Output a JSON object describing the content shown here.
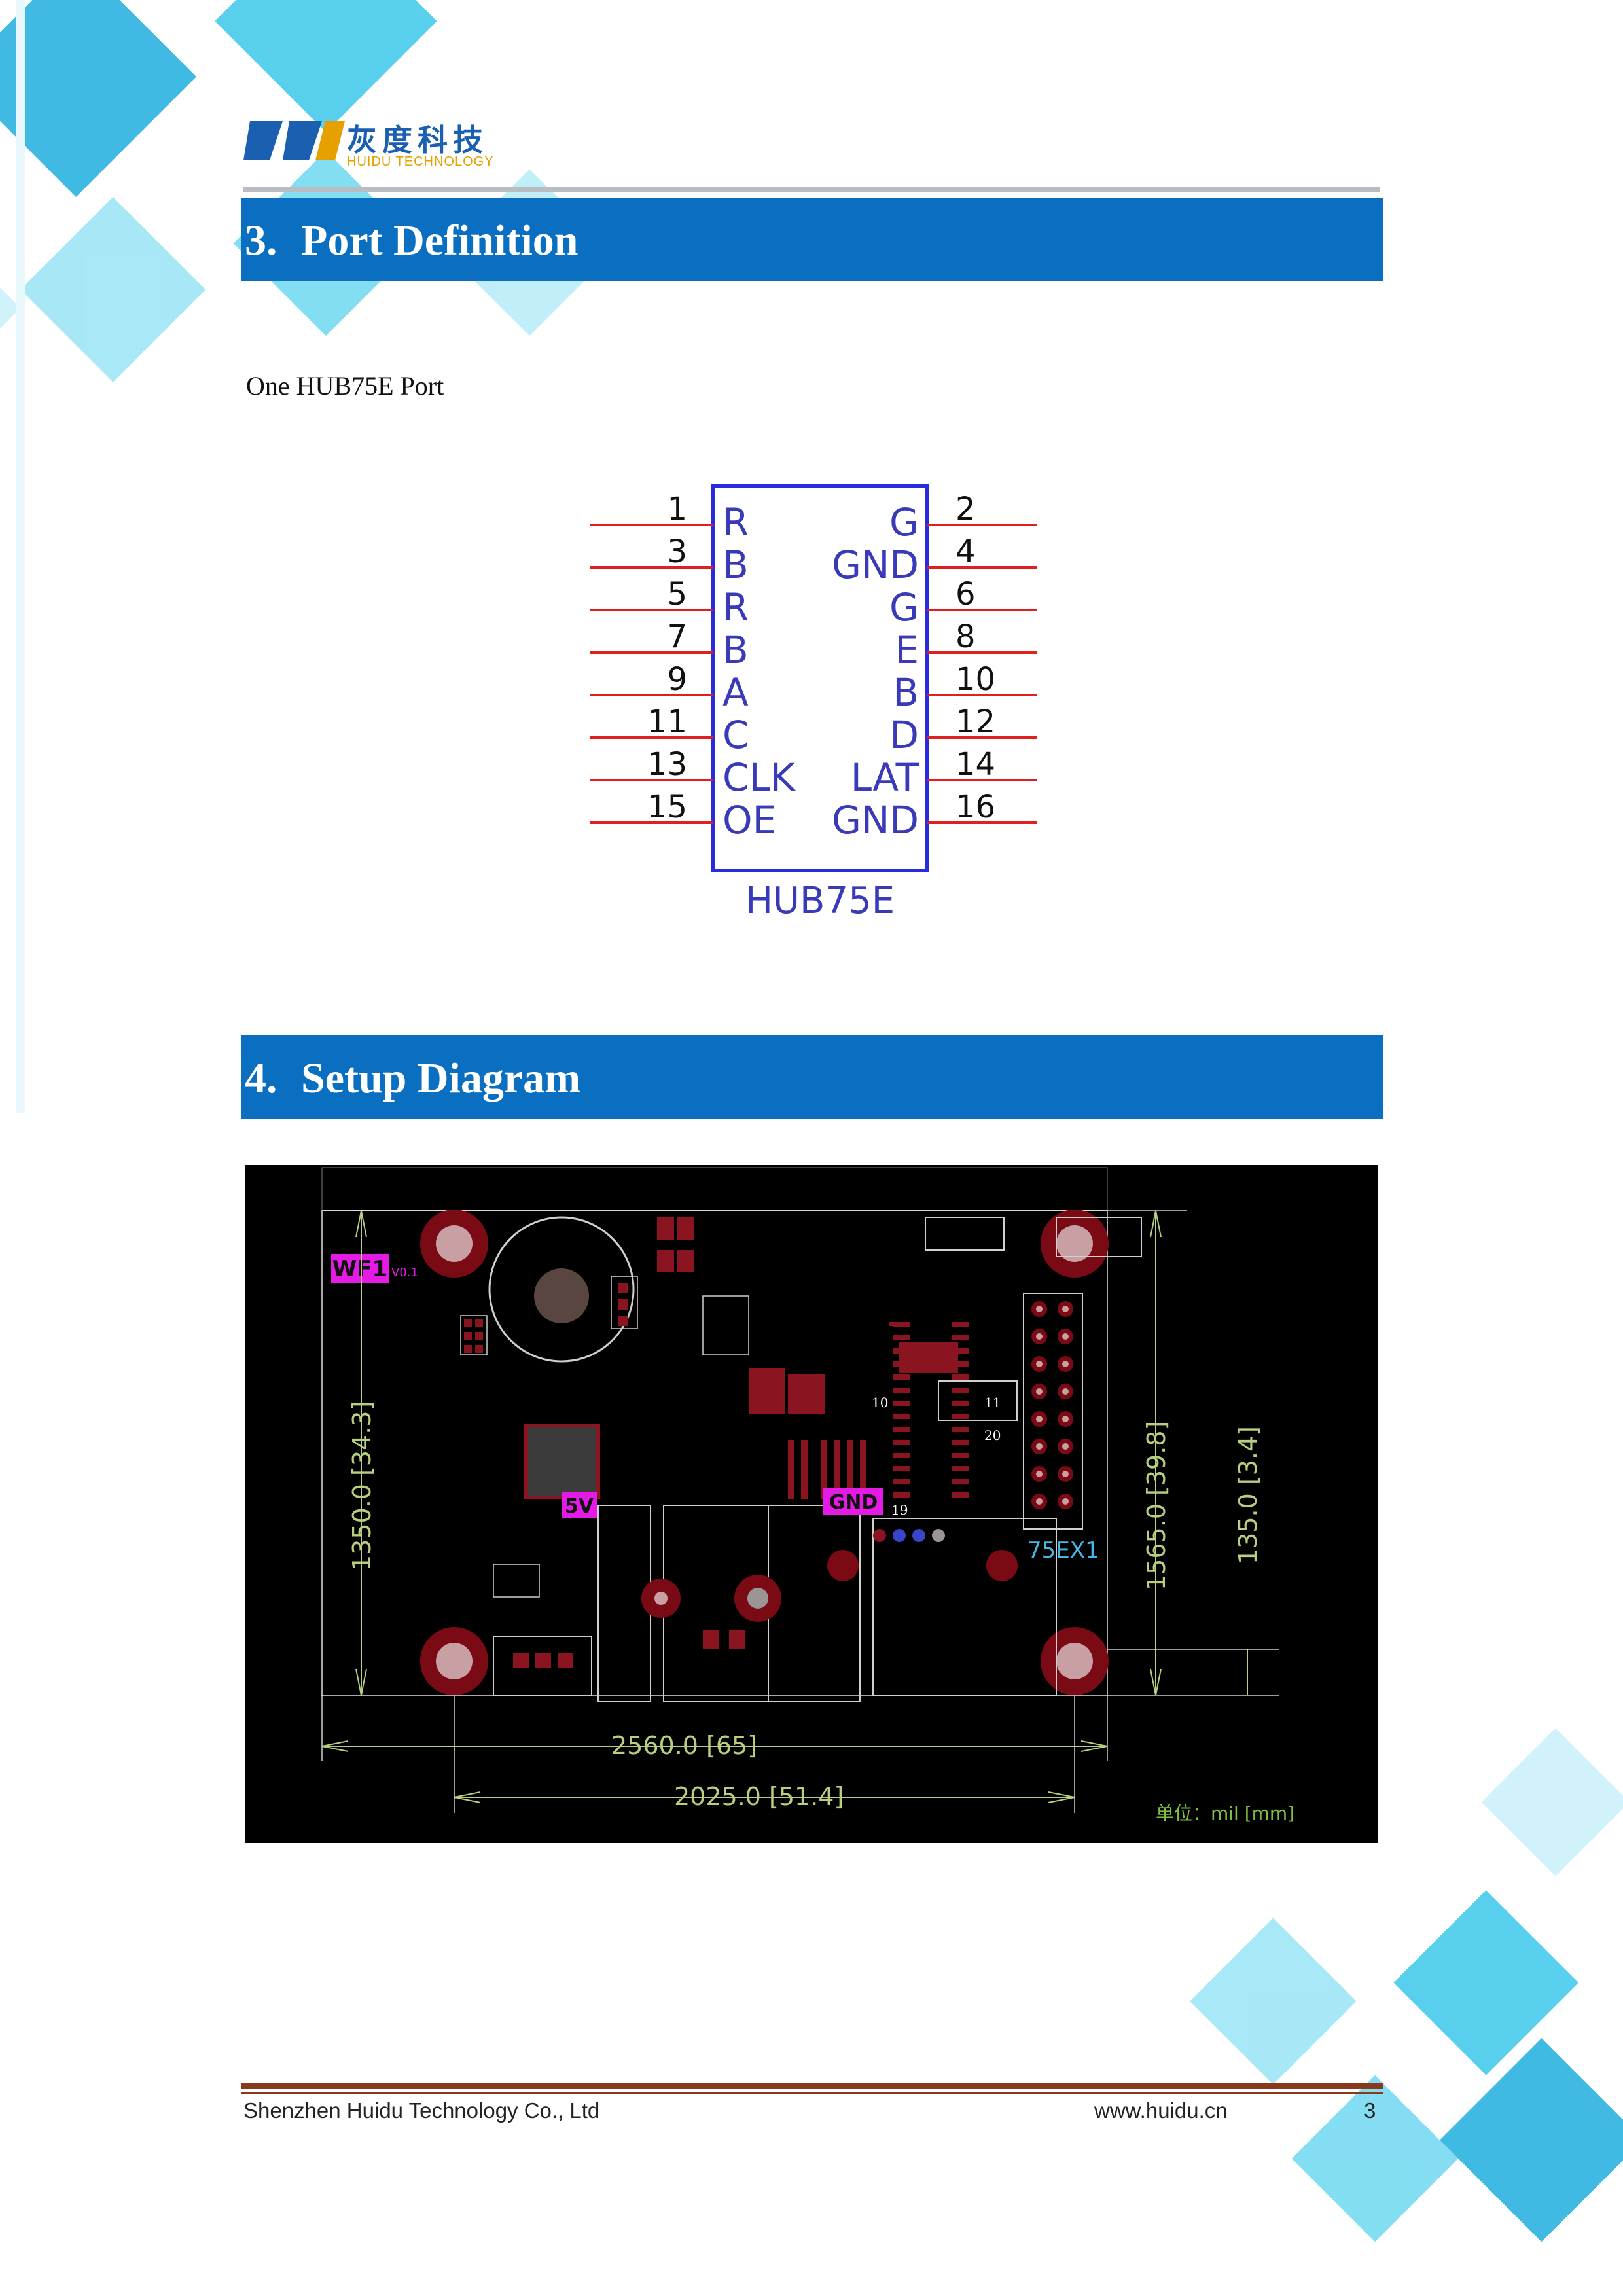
{
  "header": {
    "company_cn": "灰度科技",
    "company_en": "HUIDU TECHNOLOGY",
    "brand_color": "#0a6fc0"
  },
  "section3": {
    "number": "3.",
    "title": "Port Definition"
  },
  "intro": "One HUB75E Port",
  "connector": {
    "name": "HUB75E",
    "left_pins": [
      {
        "num": "1",
        "label": "R"
      },
      {
        "num": "3",
        "label": "B"
      },
      {
        "num": "5",
        "label": "R"
      },
      {
        "num": "7",
        "label": "B"
      },
      {
        "num": "9",
        "label": "A"
      },
      {
        "num": "11",
        "label": "C"
      },
      {
        "num": "13",
        "label": "CLK"
      },
      {
        "num": "15",
        "label": "OE"
      }
    ],
    "right_pins": [
      {
        "num": "2",
        "label": "G"
      },
      {
        "num": "4",
        "label": "GND"
      },
      {
        "num": "6",
        "label": "G"
      },
      {
        "num": "8",
        "label": "E"
      },
      {
        "num": "10",
        "label": "B"
      },
      {
        "num": "12",
        "label": "D"
      },
      {
        "num": "14",
        "label": "LAT"
      },
      {
        "num": "16",
        "label": "GND"
      }
    ]
  },
  "section4": {
    "number": "4.",
    "title": "Setup Diagram"
  },
  "pcb": {
    "module_label": "WF1",
    "version": "V0.1",
    "power_label": "5V",
    "ground_label": "GND",
    "port_label": "75EX1",
    "dim_width_outer": "2560.0 [65]",
    "dim_width_inner": "2025.0 [51.4]",
    "dim_height_left": "1350.0 [34.3]",
    "dim_height_right": "1565.0 [39.8]",
    "dim_height_small": "135.0 [3.4]",
    "unit_note": "单位：mil [mm]",
    "pin_markers": [
      "10",
      "11",
      "20",
      "19"
    ]
  },
  "footer": {
    "company": "Shenzhen Huidu Technology Co., Ltd",
    "website": "www.huidu.cn",
    "page": "3"
  }
}
